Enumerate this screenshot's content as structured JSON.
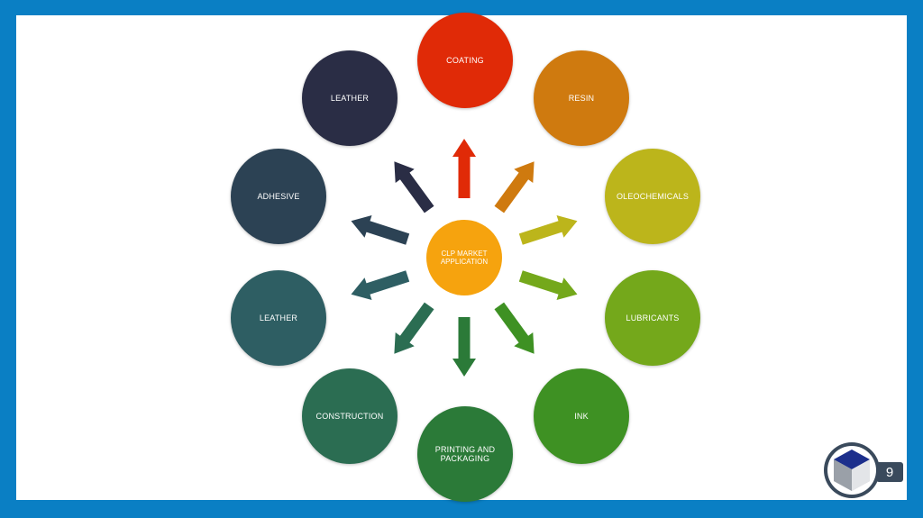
{
  "center": {
    "label": "CLP MARKET\nAPPLICATION",
    "color": "#f6a30e"
  },
  "nodes": [
    {
      "label": "COATING",
      "color": "#e02a07"
    },
    {
      "label": "RESIN",
      "color": "#cf7a0f"
    },
    {
      "label": "OLEOCHEMICALS",
      "color": "#bcb51b"
    },
    {
      "label": "LUBRICANTS",
      "color": "#74a81b"
    },
    {
      "label": "INK",
      "color": "#3e9123"
    },
    {
      "label": "PRINTING AND\nPACKAGING",
      "color": "#2b7a38"
    },
    {
      "label": "CONSTRUCTION",
      "color": "#2b6d52"
    },
    {
      "label": "LEATHER",
      "color": "#2e5e63"
    },
    {
      "label": "ADHESIVE",
      "color": "#2c4254"
    },
    {
      "label": "LEATHER",
      "color": "#2a2d45"
    }
  ],
  "page": {
    "number": "9"
  }
}
